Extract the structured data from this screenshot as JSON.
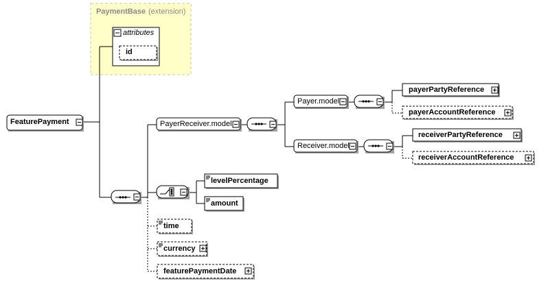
{
  "extension": {
    "base_name": "PaymentBase",
    "kind": "(extension)",
    "attributes_label": "attributes",
    "attribute_id": "id"
  },
  "root": {
    "name": "FeaturePayment"
  },
  "payer_receiver": {
    "name": "PayerReceiver.model"
  },
  "payer": {
    "name": "Payer.model",
    "party_reference": "payerPartyReference",
    "account_reference": "payerAccountReference"
  },
  "receiver": {
    "name": "Receiver.model",
    "party_reference": "receiverPartyReference",
    "account_reference": "receiverAccountReference"
  },
  "choice_items": {
    "level_percentage": "levelPercentage",
    "amount": "amount"
  },
  "optional_items": {
    "time": "time",
    "currency": "currency",
    "feature_payment_date": "featurePaymentDate"
  },
  "colors": {
    "extension_fill": "#ffffc8",
    "extension_border": "#c8c8a0",
    "box_border": "#000000",
    "shadow": "#a0a0a0",
    "line": "#000000",
    "title_gray": "#8a8a8a"
  },
  "icons": [
    "collapse-minus-icon",
    "expand-plus-icon",
    "sequence-icon",
    "choice-icon",
    "element-text-icon"
  ]
}
